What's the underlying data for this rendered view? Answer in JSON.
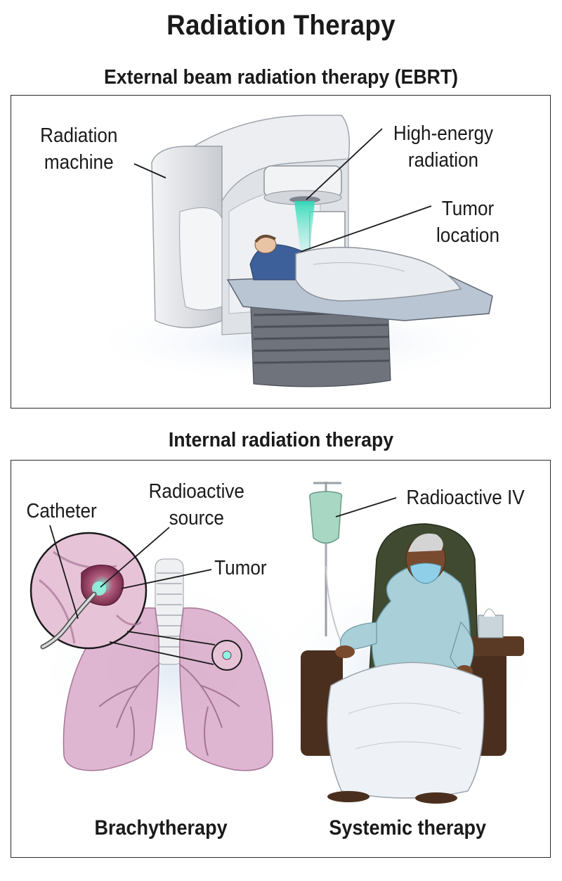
{
  "title": "Radiation Therapy",
  "ebrt": {
    "heading": "External beam radiation therapy (EBRT)",
    "labels": {
      "machine_1": "Radiation",
      "machine_2": "machine",
      "radiation_1": "High-energy",
      "radiation_2": "radiation",
      "tumor_1": "Tumor",
      "tumor_2": "location"
    }
  },
  "internal": {
    "heading": "Internal radiation therapy",
    "labels": {
      "catheter": "Catheter",
      "source_1": "Radioactive",
      "source_2": "source",
      "tumor": "Tumor",
      "iv": "Radioactive IV"
    },
    "captions": {
      "brachy": "Brachytherapy",
      "systemic": "Systemic therapy"
    }
  },
  "colors": {
    "beam": "#4fe3c5",
    "lung": "#d9a9c9",
    "gown": "#a9cfd8",
    "chair": "#3f4a30",
    "machine": "#e4e6ea",
    "table": "#6f737c"
  }
}
